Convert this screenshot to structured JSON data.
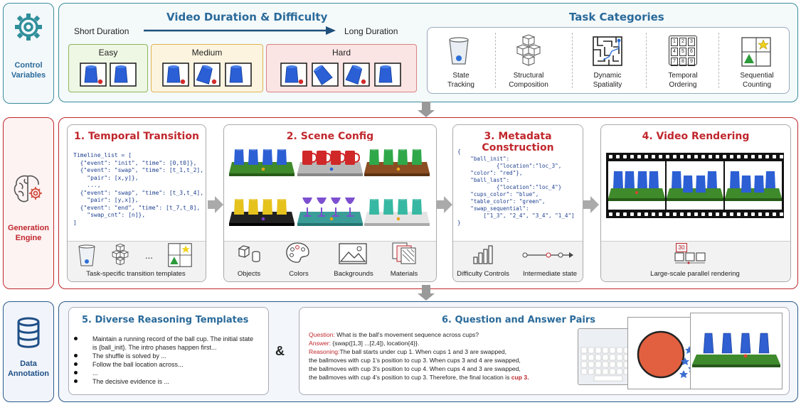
{
  "sidebar": {
    "control": {
      "line1": "Control",
      "line2": "Variables"
    },
    "generation": {
      "line1": "Generation",
      "line2": "Engine"
    },
    "annotation": {
      "line1": "Data",
      "line2": "Annotation"
    }
  },
  "control_row": {
    "duration_title": "Video Duration & Difficulty",
    "short": "Short Duration",
    "long": "Long Duration",
    "levels": [
      "Easy",
      "Medium",
      "Hard"
    ],
    "categories_title": "Task Categories",
    "categories": [
      {
        "line1": "State",
        "line2": "Tracking",
        "icon": "cup-icon"
      },
      {
        "line1": "Structural",
        "line2": "Composition",
        "icon": "cubes-icon"
      },
      {
        "line1": "Dynamic",
        "line2": "Spatiality",
        "icon": "maze-icon"
      },
      {
        "line1": "Temporal",
        "line2": "Ordering",
        "icon": "number-grid-icon"
      },
      {
        "line1": "Sequential",
        "line2": "Counting",
        "icon": "shape-grid-icon"
      }
    ],
    "grid_numbers": [
      "1",
      "2",
      "3",
      "4",
      "5",
      "6",
      "7",
      "8",
      "9"
    ]
  },
  "engine": {
    "p1": {
      "title": "1. Temporal Transition",
      "code": "Timeline_list = [\n  {\"event\": \"init\", \"time\": [0,t0]},\n  {\"event\": \"swap\", \"time\": [t_1,t_2],\n    \"pair\": [x,y]},\n    ...,\n  {\"event\": \"swap\", \"time\": [t_3,t_4],\n    \"pair\": [y,x]},\n  {\"event\": \"end\", \"time\": [t_7,t_8],\n    \"swap_cnt\": [n]},\n]",
      "ellipsis": "...",
      "caption": "Task-specific transition templates"
    },
    "p2": {
      "title": "2. Scene Config",
      "items": [
        "Objects",
        "Colors",
        "Backgrounds",
        "Materials"
      ]
    },
    "p3": {
      "title": "3. Metadata Construction",
      "code": "{\n    \"ball_init\":\n            {\"location\":\"loc_3\",\n    \"color\": \"red\"},\n    \"ball_last\":\n            {\"location\":\"loc_4\"}\n    \"cups_color\": \"blue\",\n    \"table_color\": \"green\",\n    \"swap_sequential\":\n        [\"1_3\", \"2_4\", \"3_4\", \"1_4\"]\n}",
      "items": [
        "Difficulty Controls",
        "Intermediate state"
      ]
    },
    "p4": {
      "title": "4. Video Rendering",
      "badge": "30",
      "caption": "Large-scale parallel rendering"
    }
  },
  "annotation": {
    "p5": {
      "title": "5. Diverse Reasoning Templates",
      "bullets": [
        "Maintain a running record of the ball  cup. The initial state",
        "is {ball_init}. The intro phases happen first...",
        "The shuffle is solved by ...",
        "Follow the ball location across...",
        "...",
        "The decisive evidence is ..."
      ]
    },
    "amp": "&",
    "p6": {
      "title": "6. Question and Answer Pairs",
      "q_label": "Question:",
      "q_text": " What is the ball's movement sequence across cups?",
      "a_label": "Answer:",
      "a_text": " {swap([1,3] ...[2,4]), location{4}}.",
      "r_label": "Reasoning:",
      "r_lines": [
        "The ball starts under cup 1. When cups 1 and 3 are swapped,",
        "the ballmoves with cup 1's position to cup 3. When cups 3 and 4 are swapped,",
        "the ballmoves with cup 3's position to cup 4. When cups 4 and 3 are swapped,",
        "the ballmoves with cup 4's position to cup 3. Therefore, the final location is "
      ],
      "r_final": "cup 3."
    }
  },
  "colors": {
    "teal": "#3a8d9a",
    "red": "#c0272d",
    "blue": "#2a5a8c",
    "title_blue": "#2a6a9a",
    "easy": "#8bb75a",
    "medium": "#e0b451",
    "hard": "#d98180"
  }
}
